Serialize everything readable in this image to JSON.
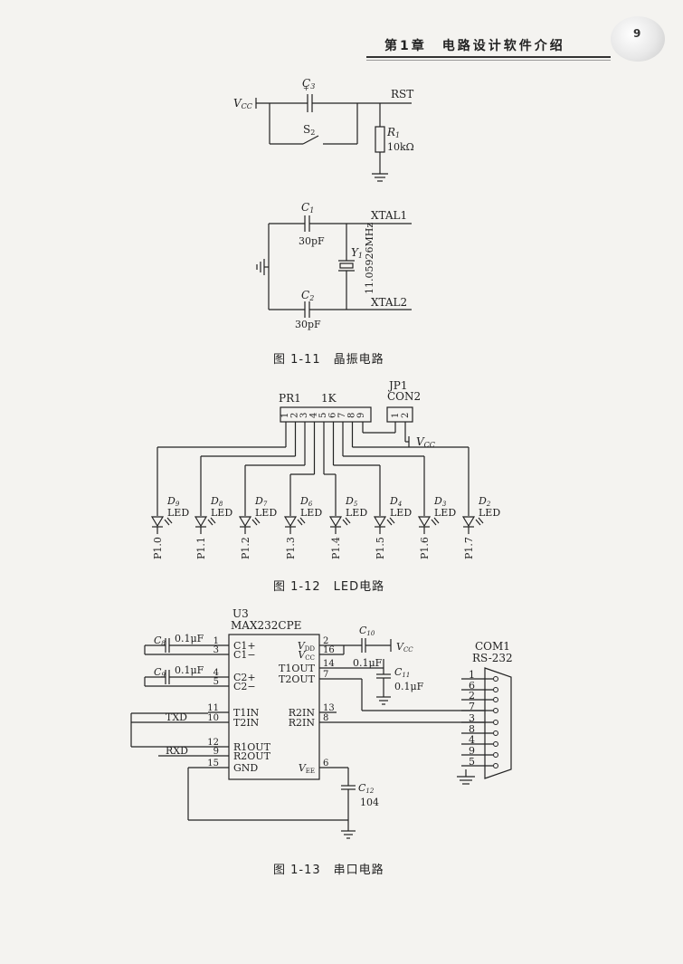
{
  "header": {
    "chapter_title": "第1章　电路设计软件介绍",
    "page_number": "9"
  },
  "reset_circuit": {
    "vcc": "V",
    "vcc_sub": "CC",
    "c3": "C",
    "c3_sub": "3",
    "plus": "+",
    "rst": "RST",
    "s2": "S",
    "s2_sub": "2",
    "r1": "R",
    "r1_sub": "1",
    "r1_value": "10kΩ"
  },
  "crystal_circuit": {
    "c1": "C",
    "c1_sub": "1",
    "c1_value": "30pF",
    "c2": "C",
    "c2_sub": "2",
    "c2_value": "30pF",
    "y1": "Y",
    "y1_sub": "1",
    "y1_value": "11.05926MHz",
    "xtal1": "XTAL1",
    "xtal2": "XTAL2"
  },
  "figure_1_11_caption": "图 1-11　晶振电路",
  "led_circuit": {
    "pr1": "PR1",
    "pr1_value": "1K",
    "pins": [
      "1",
      "2",
      "3",
      "4",
      "5",
      "6",
      "7",
      "8",
      "9"
    ],
    "jp1": "JP1",
    "con2": "CON2",
    "con_pins": [
      "1",
      "2"
    ],
    "vcc": "V",
    "vcc_sub": "CC",
    "leds": [
      {
        "d": "D",
        "sub": "9",
        "label": "LED",
        "port": "P1.0"
      },
      {
        "d": "D",
        "sub": "8",
        "label": "LED",
        "port": "P1.1"
      },
      {
        "d": "D",
        "sub": "7",
        "label": "LED",
        "port": "P1.2"
      },
      {
        "d": "D",
        "sub": "6",
        "label": "LED",
        "port": "P1.3"
      },
      {
        "d": "D",
        "sub": "5",
        "label": "LED",
        "port": "P1.4"
      },
      {
        "d": "D",
        "sub": "4",
        "label": "LED",
        "port": "P1.5"
      },
      {
        "d": "D",
        "sub": "3",
        "label": "LED",
        "port": "P1.6"
      },
      {
        "d": "D",
        "sub": "2",
        "label": "LED",
        "port": "P1.7"
      }
    ]
  },
  "figure_1_12_caption": "图 1-12　LED电路",
  "serial_circuit": {
    "u3": "U3",
    "chip": "MAX232CPE",
    "c8": "C",
    "c8_sub": "8",
    "c8_value": "0.1μF",
    "c9": "C",
    "c9_sub": "9",
    "c9_value": "0.1μF",
    "c10": "C",
    "c10_sub": "10",
    "c10_value": "0.1μF",
    "c11": "C",
    "c11_sub": "11",
    "c11_value": "0.1μF",
    "c12": "C",
    "c12_sub": "12",
    "c12_value": "104",
    "vcc": "V",
    "vcc_sub": "CC",
    "txd": "TXD",
    "rxd": "RXD",
    "left_pins": [
      {
        "num": "1",
        "name": "C1+"
      },
      {
        "num": "3",
        "name": "C1−"
      },
      {
        "num": "4",
        "name": "C2+"
      },
      {
        "num": "5",
        "name": "C2−"
      },
      {
        "num": "11",
        "name": "T1IN"
      },
      {
        "num": "10",
        "name": "T2IN"
      },
      {
        "num": "12",
        "name": "R1OUT"
      },
      {
        "num": "9",
        "name": "R2OUT"
      },
      {
        "num": "15",
        "name": "GND"
      }
    ],
    "right_pins": [
      {
        "num": "2",
        "name": "V",
        "sub": "DD"
      },
      {
        "num": "16",
        "name": "V",
        "sub": "CC"
      },
      {
        "num": "14",
        "name": "T1OUT",
        "sub": ""
      },
      {
        "num": "7",
        "name": "T2OUT",
        "sub": ""
      },
      {
        "num": "13",
        "name": "R2IN",
        "sub": ""
      },
      {
        "num": "8",
        "name": "R2IN",
        "sub": ""
      },
      {
        "num": "6",
        "name": "V",
        "sub": "EE"
      }
    ],
    "com1": "COM1",
    "rs232": "RS-232",
    "db9_pins": [
      "1",
      "6",
      "2",
      "7",
      "3",
      "8",
      "4",
      "9",
      "5"
    ]
  },
  "figure_1_13_caption": "图 1-13　串口电路"
}
